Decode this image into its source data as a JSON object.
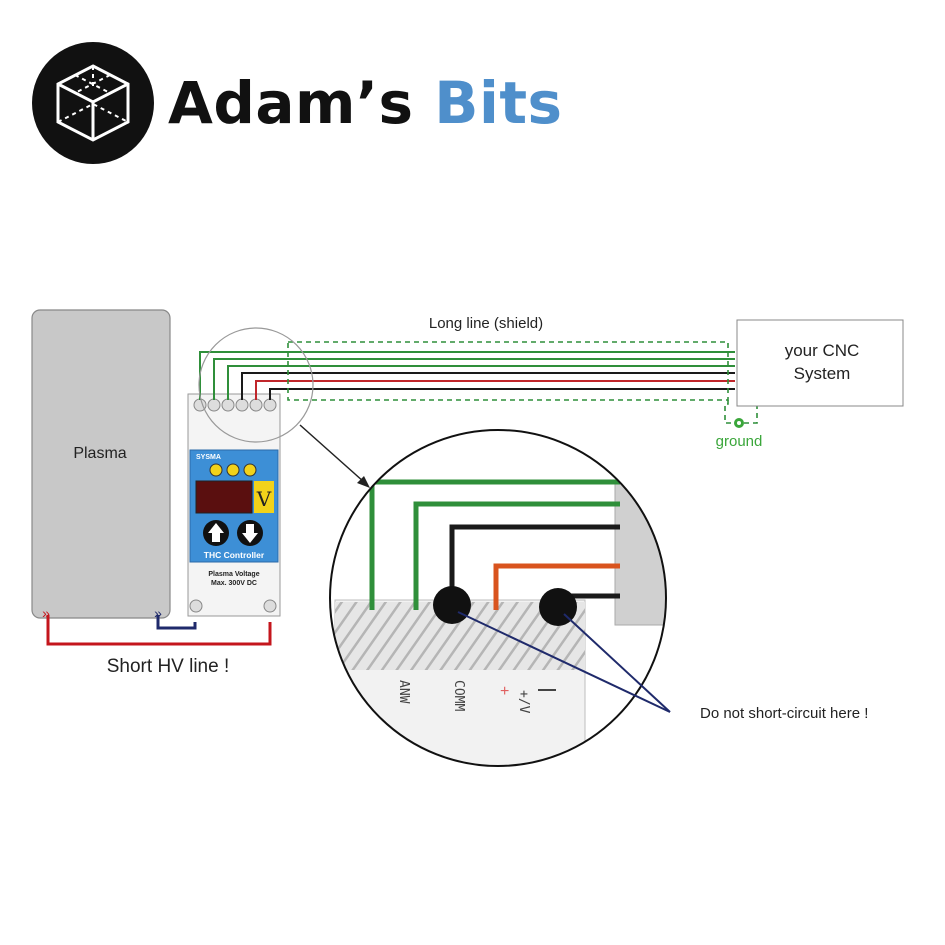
{
  "brand": {
    "name_part1": "Adam’s ",
    "name_part2": "Bits",
    "accent_color": "#4f8fcb",
    "icon": "cube-logo-icon"
  },
  "diagram": {
    "plasma_label": "Plasma",
    "cnc_label_line1": "your CNC",
    "cnc_label_line2": "System",
    "shield_label": "Long line (shield)",
    "ground_label": "ground",
    "short_hv_label": "Short HV line !",
    "warning_label": "Do not short-circuit here !",
    "thc": {
      "brand": "SYSMA",
      "unit": "V",
      "name": "THC Controller",
      "voltage_line1": "Plasma Voltage",
      "voltage_line2": "Max. 300V DC"
    },
    "colors": {
      "green": "#2f8f3a",
      "red": "#c0262b",
      "black": "#1a1a1a",
      "orange": "#d9541e",
      "blue_wire": "#1f2a6b",
      "hv_red": "#c4161c",
      "ground_green": "#3aa63a"
    }
  }
}
